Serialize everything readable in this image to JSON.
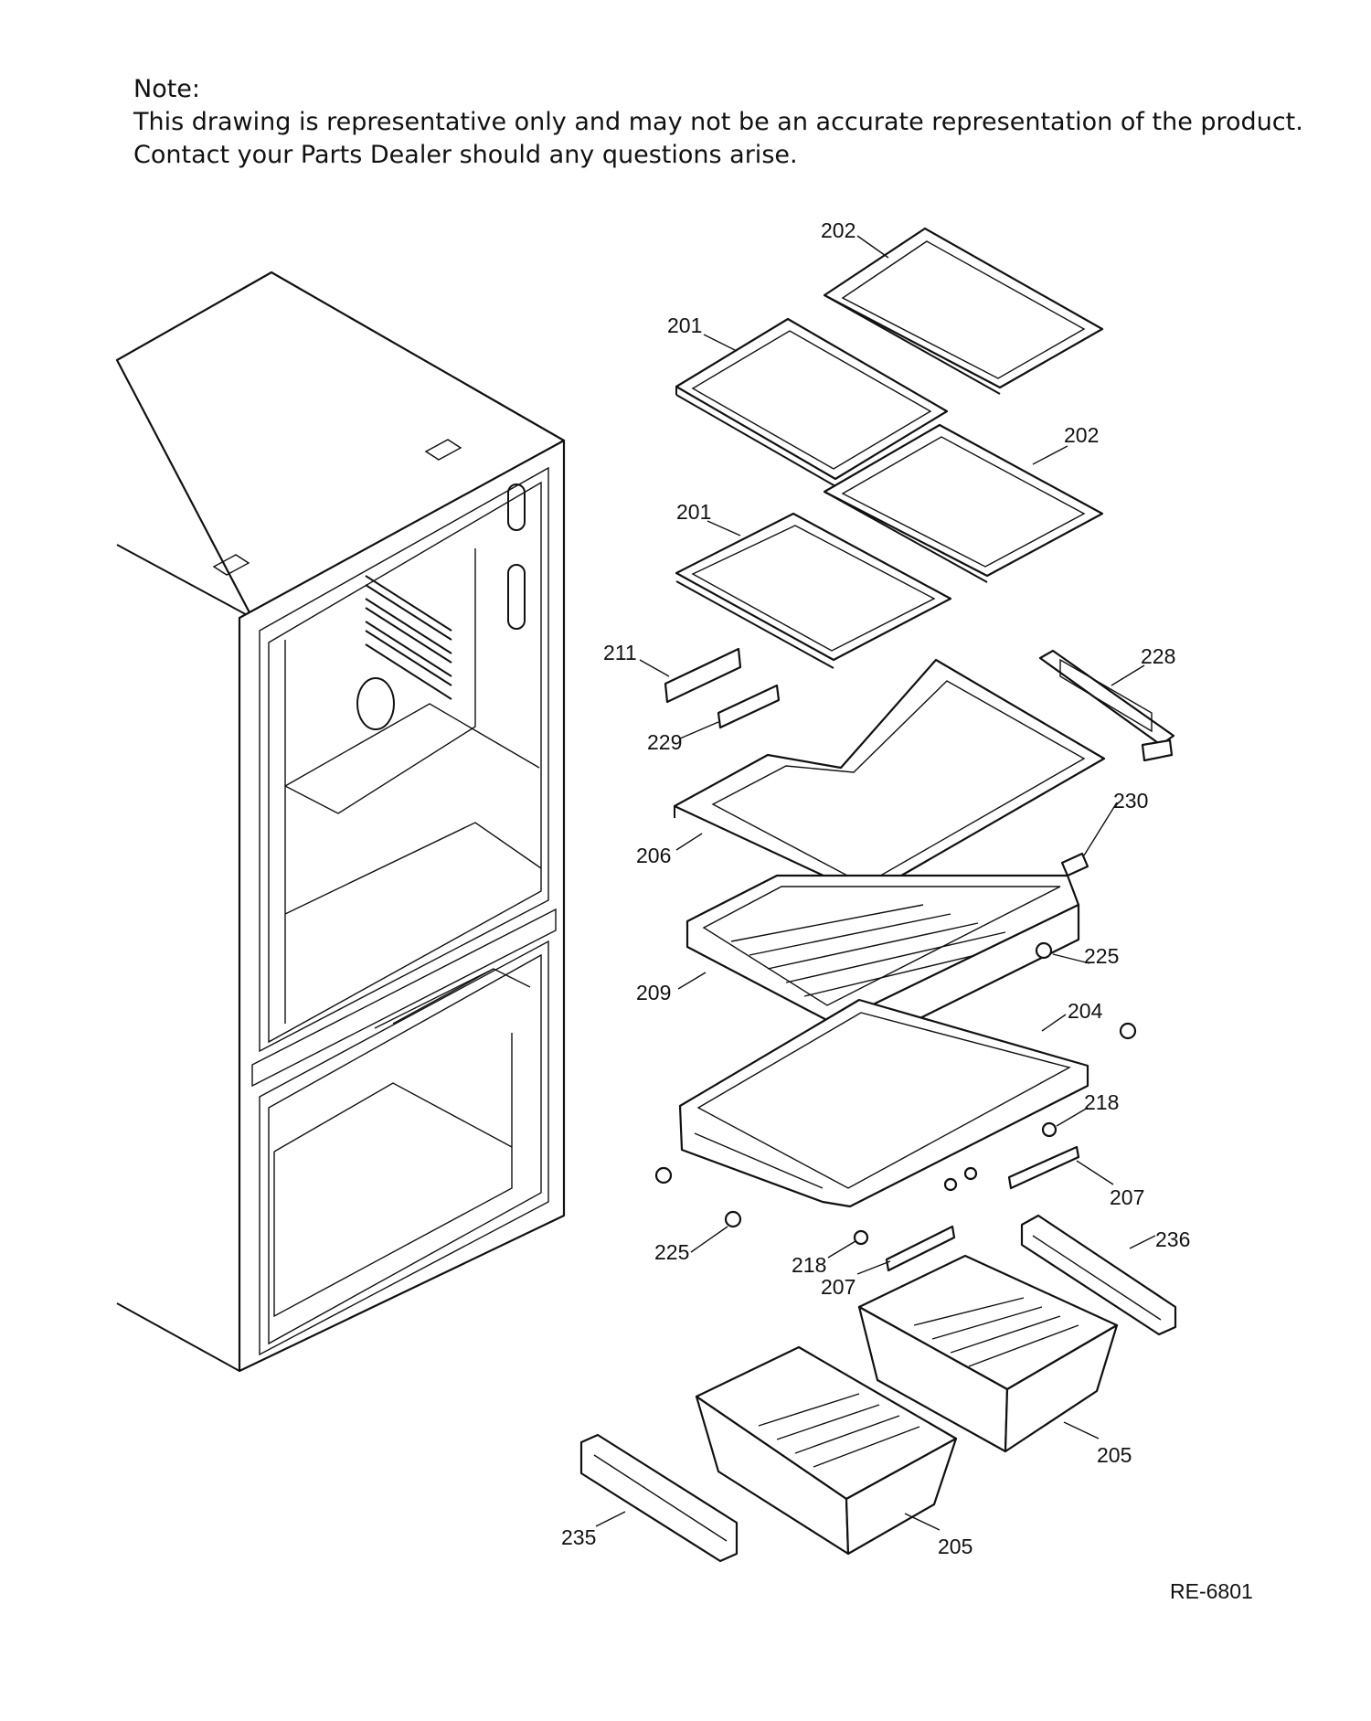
{
  "note": {
    "heading": "Note:",
    "line1": "This drawing is representative only and may not be an accurate representation of the product.",
    "line2": "Contact your Parts Dealer should any questions arise."
  },
  "drawing_code": "RE-6801",
  "callouts": [
    "202",
    "201",
    "202",
    "201",
    "211",
    "228",
    "229",
    "230",
    "206",
    "225",
    "209",
    "204",
    "218",
    "207",
    "225",
    "218",
    "207",
    "236",
    "205",
    "205",
    "235"
  ]
}
